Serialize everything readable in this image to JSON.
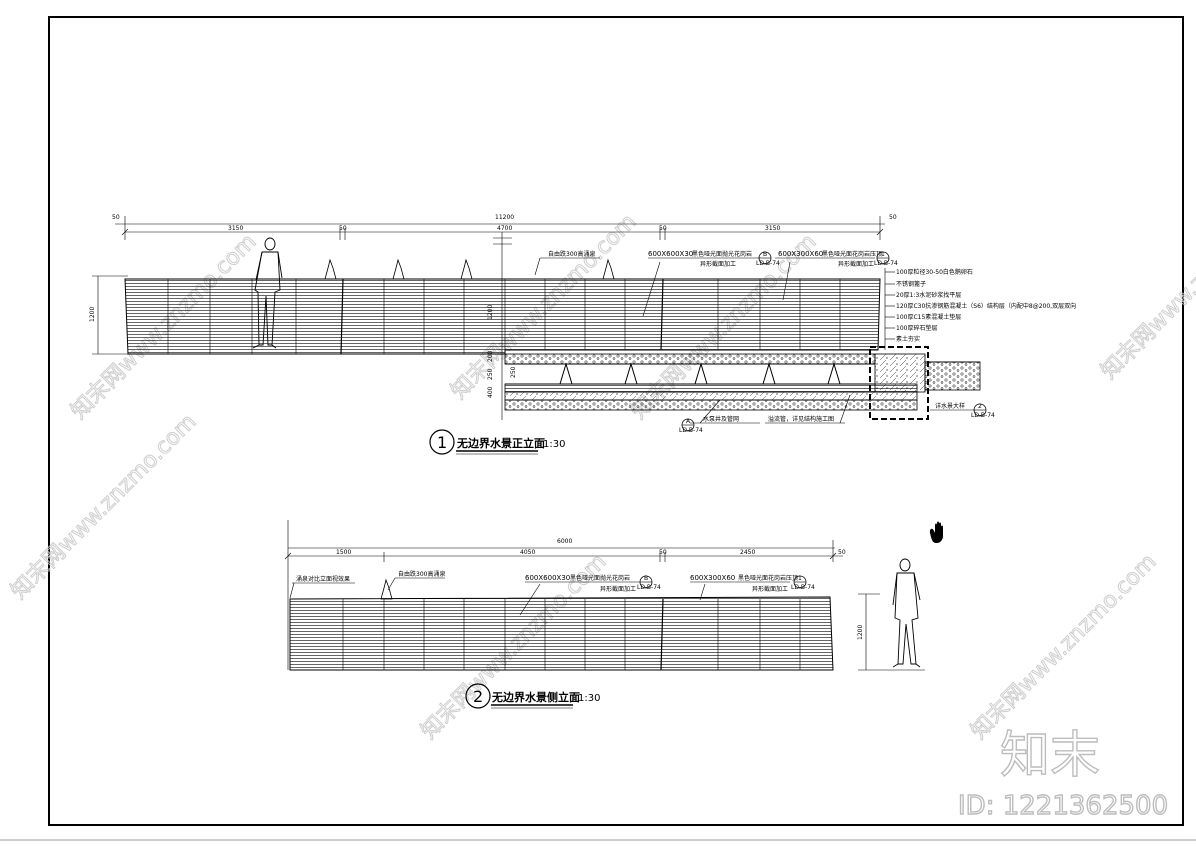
{
  "drawing": {
    "front_elevation": {
      "number": "1",
      "title": "无边界水景正立面",
      "scale": "1:30",
      "dims_top": {
        "overall": "11200",
        "left_end": "50",
        "right_end": "50",
        "segments": [
          "3150",
          "50",
          "4700",
          "50",
          "3150"
        ]
      },
      "height_dim": "1200",
      "wall_dim": "1200",
      "pit_dims": [
        "200",
        "250",
        "400"
      ],
      "callout_fountain": "自由跌300高涌泉",
      "callout_cladding_a": "600X600X30",
      "callout_cladding_a_desc": "黑色哑光面抛光花岗岩",
      "callout_cladding_a_sub": "异形截面加工",
      "callout_cladding_b": "600X300X60",
      "callout_cladding_b_desc": "黑色哑光面花岗岩压顶",
      "callout_cladding_b_sub": "异形截面加工",
      "ref_tag_b": {
        "top": "B",
        "bottom": "LD-B-74"
      },
      "ref_tag_1": {
        "top": "1",
        "bottom": "LD-B-74"
      },
      "layers": [
        "100厚粒径30-50白色鹅卵石",
        "不锈钢篦子",
        "20厚1:3水泥砂浆找平层",
        "120厚C30抗渗钢筋混凝土（S6）结构层（内配中8@200,双层双向",
        "100厚C15素混凝土垫层",
        "100厚碎石垫层",
        "素土夯实"
      ],
      "callout_bottom_a": "水泵井及管网",
      "callout_bottom_b": "溢流管，详见结构施工图",
      "ref_tag_a": {
        "top": "A",
        "bottom": "LD-B-74"
      },
      "callout_right": "详水景大样",
      "ref_tag_2": {
        "top": "2",
        "bottom": "LD-B-74"
      }
    },
    "side_elevation": {
      "number": "2",
      "title": "无边界水景侧立面",
      "scale": "1:30",
      "dims_top": {
        "overall": "6000",
        "right_end": "50",
        "segments": [
          "1500",
          "4050",
          "50",
          "2450"
        ]
      },
      "height_dim": "1200",
      "callout_left": "涌泉对比立面视效果",
      "callout_fountain": "自由跌300高涌泉",
      "callout_cladding_a": "600X600X30",
      "callout_cladding_a_desc": "黑色哑光面抛光花岗岩",
      "callout_cladding_a_sub": "异形截面加工",
      "callout_cladding_b": "600X300X60",
      "callout_cladding_b_desc": "黑色哑光面花岗岩压顶",
      "callout_cladding_b_sub": "异形截面加工",
      "ref_tag_b": {
        "top": "B",
        "bottom": "LD-B-74"
      },
      "ref_tag_1": {
        "top": "1",
        "bottom": "LD-B-74"
      }
    }
  },
  "watermark": {
    "text": "知末网www.znzmo.com",
    "brand": "知末",
    "id_label": "ID: 1221362500"
  },
  "icons": {
    "cursor": "hand-cursor-icon"
  },
  "colors": {
    "line": "#000000",
    "watermark": "#c9c9c9",
    "paper": "#ffffff"
  }
}
